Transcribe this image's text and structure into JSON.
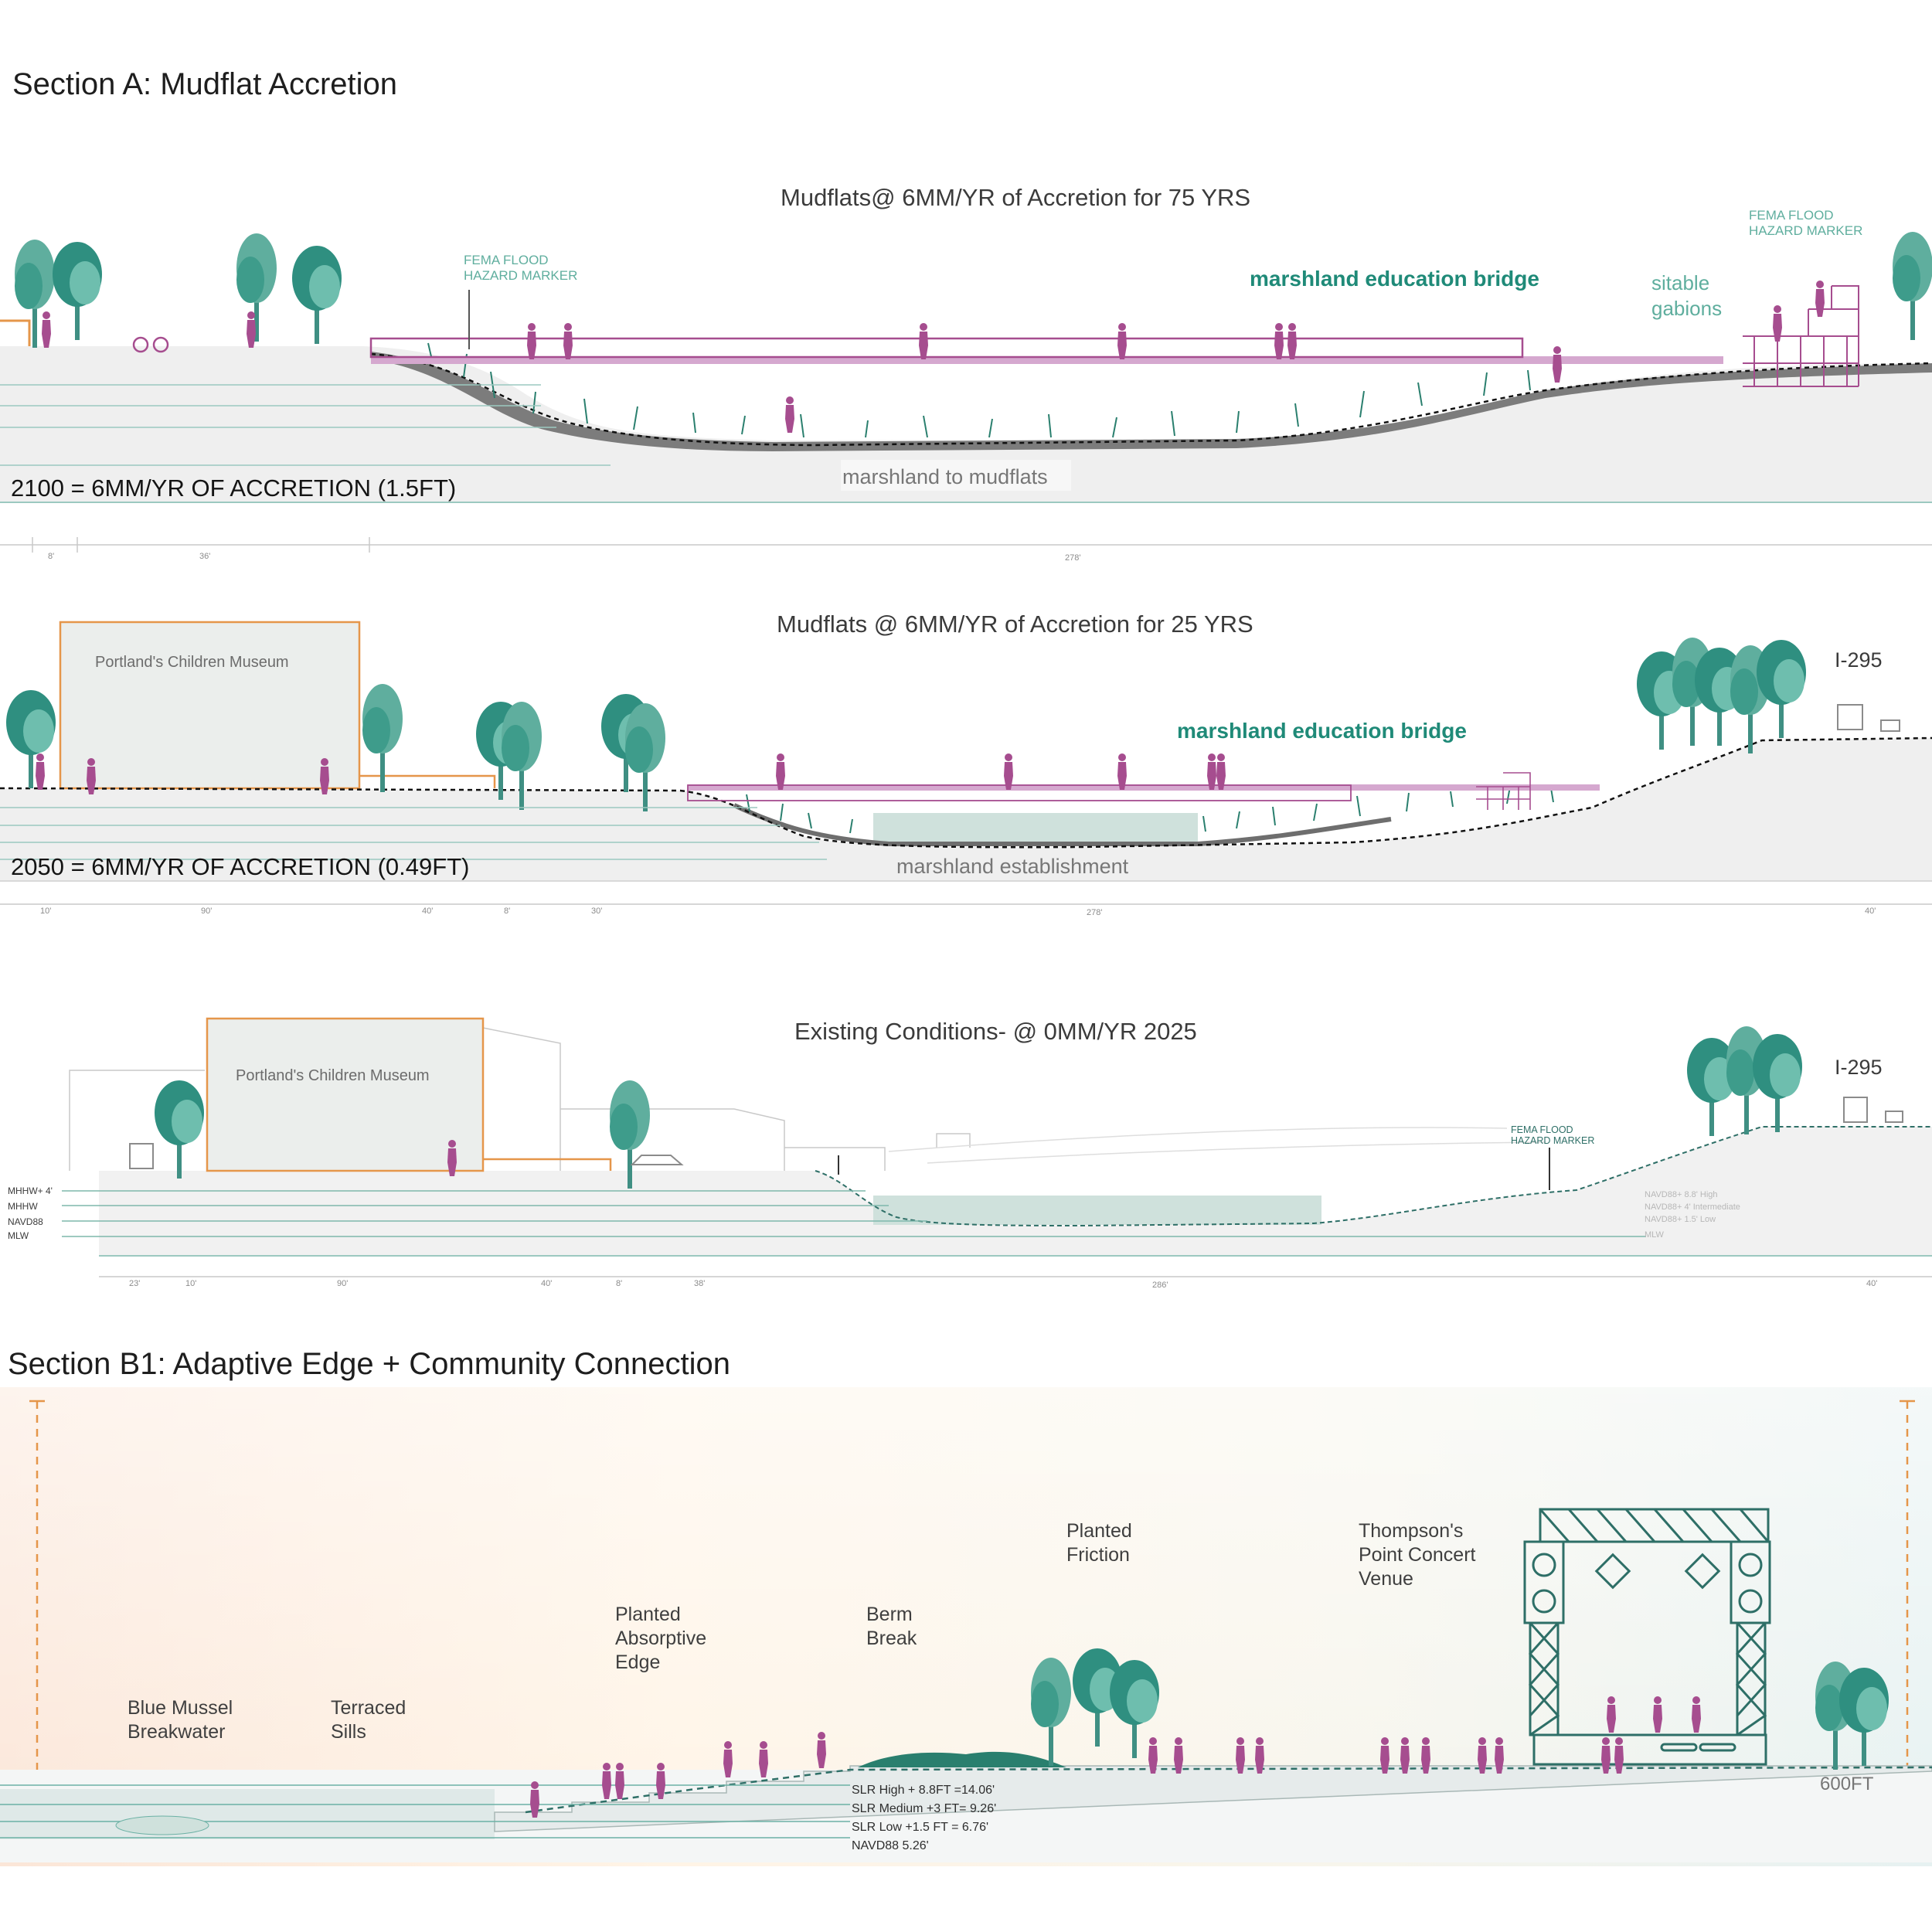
{
  "section_a": {
    "title": "Section A: Mudflat Accretion",
    "panel_2100": {
      "heading": "Mudflats@ 6MM/YR of Accretion for 75 YRS",
      "year_label": "2100 = 6MM/YR OF ACCRETION (1.5FT)",
      "ground_label": "marshland to mudflats",
      "bridge_label": "marshland education bridge",
      "gabion_label_1": "sitable",
      "gabion_label_2": "gabions",
      "fema_left_1": "FEMA FLOOD",
      "fema_left_2": "HAZARD MARKER",
      "fema_right_1": "FEMA FLOOD",
      "fema_right_2": "HAZARD MARKER",
      "dims": [
        "8'",
        "36'",
        "278'"
      ]
    },
    "panel_2050": {
      "heading": "Mudflats @ 6MM/YR of Accretion for 25 YRS",
      "year_label": "2050 = 6MM/YR OF ACCRETION (0.49FT)",
      "ground_label": "marshland establishment",
      "bridge_label": "marshland education bridge",
      "museum_label": "Portland's Children Museum",
      "highway_label": "I-295",
      "dims": [
        "10'",
        "90'",
        "40'",
        "8'",
        "30'",
        "278'",
        "40'"
      ]
    },
    "panel_2025": {
      "heading": "Existing Conditions- @ 0MM/YR 2025",
      "museum_label": "Portland's Children Museum",
      "highway_label": "I-295",
      "fema_1": "FEMA FLOOD",
      "fema_2": "HAZARD MARKER",
      "datums_left": [
        "MHHW+ 4'",
        "MHHW",
        "NAVD88",
        "MLW"
      ],
      "datums_right": [
        "NAVD88+ 8.8' High",
        "NAVD88+ 4' Intermediate",
        "NAVD88+ 1.5' Low",
        "MLW"
      ],
      "dims": [
        "23'",
        "10'",
        "90'",
        "40'",
        "8'",
        "38'",
        "286'",
        "40'"
      ]
    }
  },
  "section_b1": {
    "title": "Section B1: Adaptive Edge + Community Connection",
    "labels": {
      "blue_mussel": [
        "Blue Mussel",
        "Breakwater"
      ],
      "terraced": [
        "Terraced",
        "Sills"
      ],
      "planted_edge": [
        "Planted",
        "Absorptive",
        "Edge"
      ],
      "berm": [
        "Berm",
        "Break"
      ],
      "planted_friction": [
        "Planted",
        "Friction"
      ],
      "venue": [
        "Thompson's",
        "Point Concert",
        "Venue"
      ]
    },
    "slr_levels": [
      "SLR High + 8.8FT =14.06'",
      "SLR Medium +3 FT= 9.26'",
      "SLR Low +1.5 FT = 6.76'",
      "NAVD88 5.26'"
    ],
    "extent_label": "600FT"
  },
  "colors": {
    "teal": "#1f8a78",
    "light_teal": "#5fae9e",
    "magenta": "#a64d8f",
    "bridge_pink": "#c89ac0",
    "orange": "#e5964a",
    "ground_gray": "#efefef"
  }
}
